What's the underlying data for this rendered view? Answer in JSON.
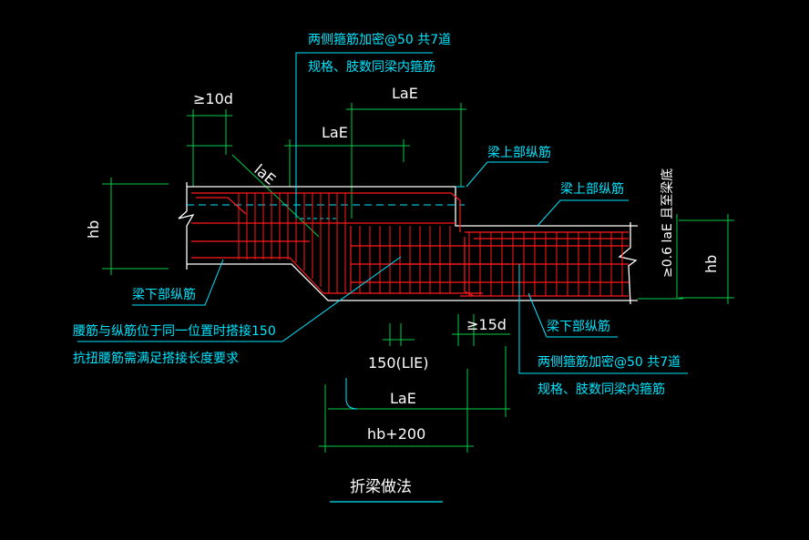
{
  "colors": {
    "background": "#000000",
    "outline": "#ffffff",
    "rebar": "#ff1a1a",
    "dimension": "#00cc44",
    "leader": "#00e6ff",
    "centerline": "#00e6ff",
    "text": "#ffffff"
  },
  "notes": {
    "stirrup_top_1": "两侧箍筋加密@50 共7道",
    "stirrup_top_2": "规格、肢数同梁内箍筋",
    "beam_top_bar_1": "梁上部纵筋",
    "beam_top_bar_2": "梁上部纵筋",
    "beam_bottom_bar_1": "梁下部纵筋",
    "beam_bottom_bar_2": "梁下部纵筋",
    "waist_bar_1": "腰筋与纵筋位于同一位置时搭接150",
    "waist_bar_2": "抗扭腰筋需满足搭接长度要求",
    "stirrup_bottom_1": "两侧箍筋加密@50 共7道",
    "stirrup_bottom_2": "规格、肢数同梁内箍筋",
    "side_note": "≥0.6 laE 且至梁底"
  },
  "dims": {
    "ten_d": "≥10d",
    "lae_top": "LaE",
    "lae_mid": "LaE",
    "lae_diag": "laE",
    "hb_left": "hb",
    "hb_right": "hb",
    "fifteen_d": "≥15d",
    "lap_150": "150(LlE)",
    "lae_bottom": "LaE",
    "hb_200": "hb+200"
  },
  "title": "折梁做法"
}
